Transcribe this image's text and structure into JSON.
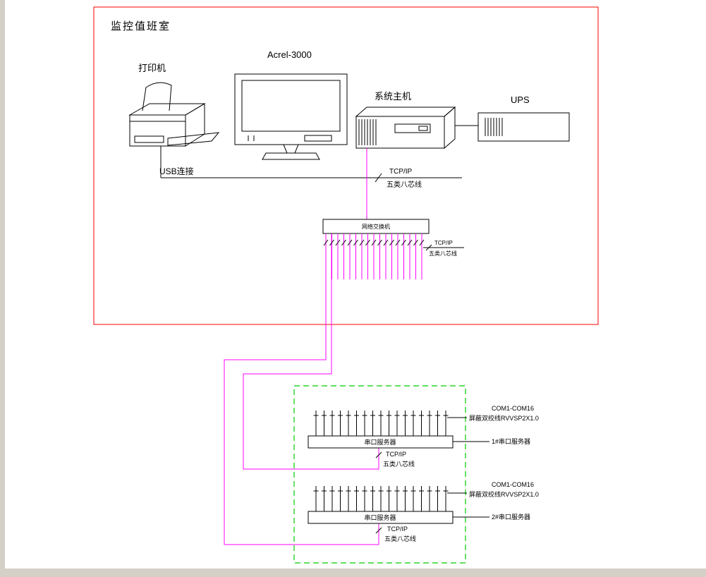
{
  "colors": {
    "line": "#000000",
    "cable": "#ff00ff",
    "room_border": "#ff0000",
    "zone_border": "#00cc00"
  },
  "room": {
    "label": "监控值班室"
  },
  "printer": {
    "label": "打印机",
    "usb_label": "USB连接"
  },
  "monitor": {
    "label": "Acrel-3000"
  },
  "host": {
    "label": "系统主机",
    "tcpip_label": "TCP/IP",
    "cable_label": "五类八芯线"
  },
  "ups": {
    "label": "UPS"
  },
  "switch": {
    "label": "网络交换机",
    "tcpip_label": "TCP/IP",
    "cable_label": "五类八芯线"
  },
  "servers": [
    {
      "com_label": "COM1-COM16",
      "shield_label": "屏蔽双绞线RVVSP2X1.0",
      "box_label": "串口服务器",
      "name_label": "1#串口服务器",
      "tcpip_label": "TCP/IP",
      "cable_label": "五类八芯线"
    },
    {
      "com_label": "COM1-COM16",
      "shield_label": "屏蔽双绞线RVVSP2X1.0",
      "box_label": "串口服务器",
      "name_label": "2#串口服务器",
      "tcpip_label": "TCP/IP",
      "cable_label": "五类八芯线"
    }
  ]
}
